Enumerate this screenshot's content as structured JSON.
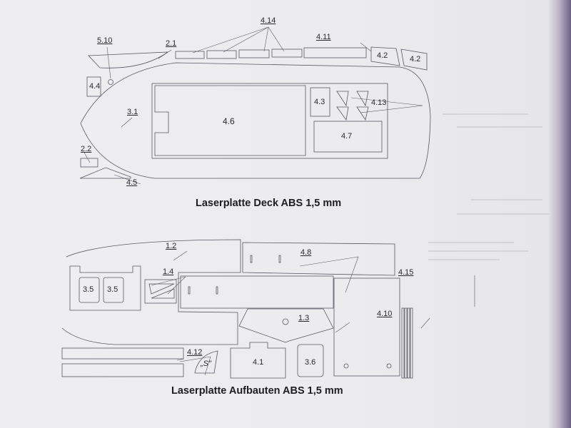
{
  "deck_sheet": {
    "title": "Laserplatte Deck ABS 1,5 mm",
    "labels": {
      "p5_10": "5.10",
      "p2_1": "2.1",
      "p4_14": "4.14",
      "p4_11": "4.11",
      "p4_2a": "4.2",
      "p4_2b": "4.2",
      "p4_4": "4.4",
      "p3_1": "3.1",
      "p4_6": "4.6",
      "p4_3": "4.3",
      "p4_13": "4.13",
      "p4_7": "4.7",
      "p2_2": "2.2",
      "p4_5": "4.5"
    }
  },
  "superstructure_sheet": {
    "title": "Laserplatte Aufbauten ABS 1,5 mm",
    "labels": {
      "p1_2": "1.2",
      "p1_4": "1.4",
      "p3_5a": "3.5",
      "p3_5b": "3.5",
      "p4_8": "4.8",
      "p4_15": "4.15",
      "p1_3": "1.3",
      "p4_10": "4.10",
      "p4_12": "4.12",
      "p_s": "„S\"",
      "p4_1": "4.1",
      "p3_6": "3.6"
    }
  },
  "colors": {
    "paper": "#ececee",
    "line": "#55525e",
    "text": "#1d1d22"
  }
}
